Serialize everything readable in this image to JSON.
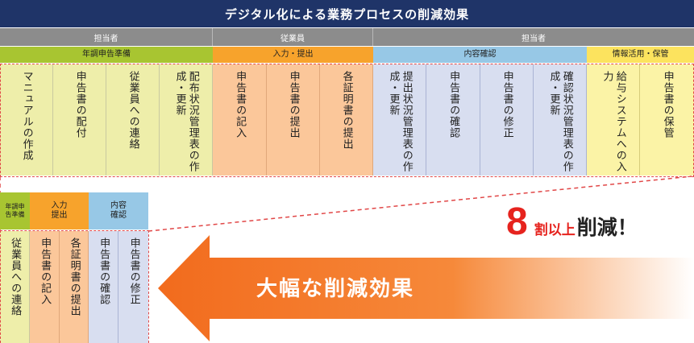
{
  "title": "デジタル化による業務プロセスの削減効果",
  "roles": [
    "担当者",
    "従業員",
    "担当者"
  ],
  "phases": [
    "年調申告準備",
    "入力・提出",
    "内容確認",
    "情報活用・保管"
  ],
  "tasks_before": [
    "マニュアルの作成",
    "申告書の配付",
    "従業員への連絡",
    "配布状況管理表の作成・更新",
    "申告書の記入",
    "申告書の提出",
    "各証明書の提出",
    "提出状況管理表の作成・更新",
    "申告書の確認",
    "申告書の修正",
    "確認状況管理表の作成・更新",
    "給与システムへの入力",
    "申告書の保管"
  ],
  "phases_after": [
    "年調申告準備",
    "入力提出",
    "内容確認"
  ],
  "tasks_after": [
    "従業員への連絡",
    "申告書の記入",
    "各証明書の提出",
    "申告書の確認",
    "申告書の修正"
  ],
  "arrow_text": "大幅な削減効果",
  "reduction": {
    "number": "8",
    "unit": "割以上",
    "word": "削減！"
  },
  "colors": {
    "title_bg": "#1f3468",
    "role_bg": "#8c8c8c",
    "phase_green": "#a8c531",
    "phase_orange": "#f7a32c",
    "phase_blue": "#97c8e6",
    "phase_yellow": "#fce35e",
    "accent_red": "#e6231e",
    "arrow_orange": "#f47b20"
  }
}
